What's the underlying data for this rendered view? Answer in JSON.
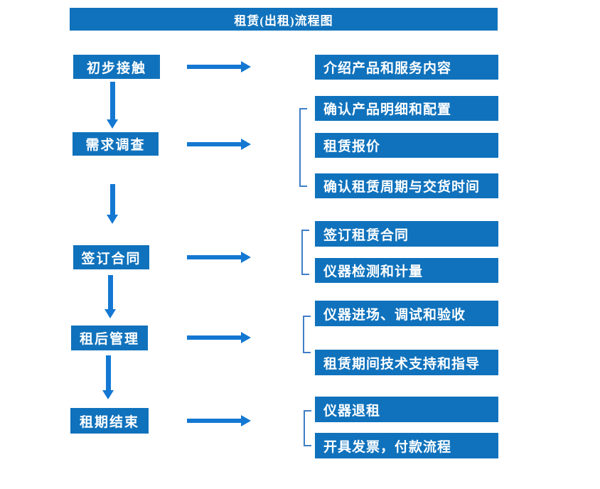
{
  "title": "租赁(出租)流程图",
  "colors": {
    "box_fill": "#1072BC",
    "arrow": "#1478D2",
    "bracket": "#3F7EC8",
    "text": "#FFFFFF",
    "background": "#FFFFFF"
  },
  "stages": [
    {
      "label": "初步接触",
      "outputs": [
        "介绍产品和服务内容"
      ]
    },
    {
      "label": "需求调查",
      "outputs": [
        "确认产品明细和配置",
        "租赁报价",
        "确认租赁周期与交货时间"
      ]
    },
    {
      "label": "签订合同",
      "outputs": [
        "签订租赁合同",
        "仪器检测和计量"
      ]
    },
    {
      "label": "租后管理",
      "outputs": [
        "仪器进场、调试和验收",
        "租赁期间技术支持和指导"
      ]
    },
    {
      "label": "租期结束",
      "outputs": [
        "仪器退租",
        "开具发票，付款流程"
      ]
    }
  ]
}
